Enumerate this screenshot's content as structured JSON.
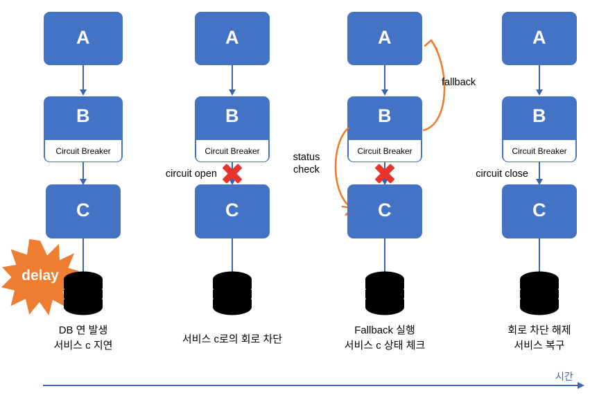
{
  "diagram": {
    "title": "Circuit Breaker pattern timeline",
    "colors": {
      "node_blue": "#4472C4",
      "arrow_blue": "#3A66B0",
      "accent_orange": "#ED7D31",
      "error_red": "#E8322A",
      "db_black": "#000000",
      "background": "#FFFFFF"
    },
    "node_labels": {
      "a": "A",
      "b": "B",
      "c": "C",
      "circuit_breaker": "Circuit Breaker"
    },
    "columns": [
      {
        "id": "stage-1",
        "caption_lines": [
          "DB 연 발생",
          "서비스 c 지연"
        ],
        "annotations": [
          {
            "id": "delay-burst",
            "text": "delay"
          }
        ]
      },
      {
        "id": "stage-2",
        "caption_lines": [
          "서비스 c로의 회로 차단"
        ],
        "annotations": [
          {
            "id": "circuit-open",
            "text": "circuit open"
          }
        ]
      },
      {
        "id": "stage-3",
        "caption_lines": [
          "Fallback 실행",
          "서비스 c 상태 체크"
        ],
        "annotations": [
          {
            "id": "fallback",
            "text": "fallback"
          },
          {
            "id": "status-check",
            "text": "status\ncheck"
          },
          {
            "id": "status-check-line1",
            "text": "status"
          },
          {
            "id": "status-check-line2",
            "text": "check"
          }
        ]
      },
      {
        "id": "stage-4",
        "caption_lines": [
          "회로 차단 해제",
          "서비스 복구"
        ],
        "annotations": [
          {
            "id": "circuit-close",
            "text": "circuit close"
          }
        ]
      }
    ],
    "timeline": {
      "label": "시간"
    }
  }
}
